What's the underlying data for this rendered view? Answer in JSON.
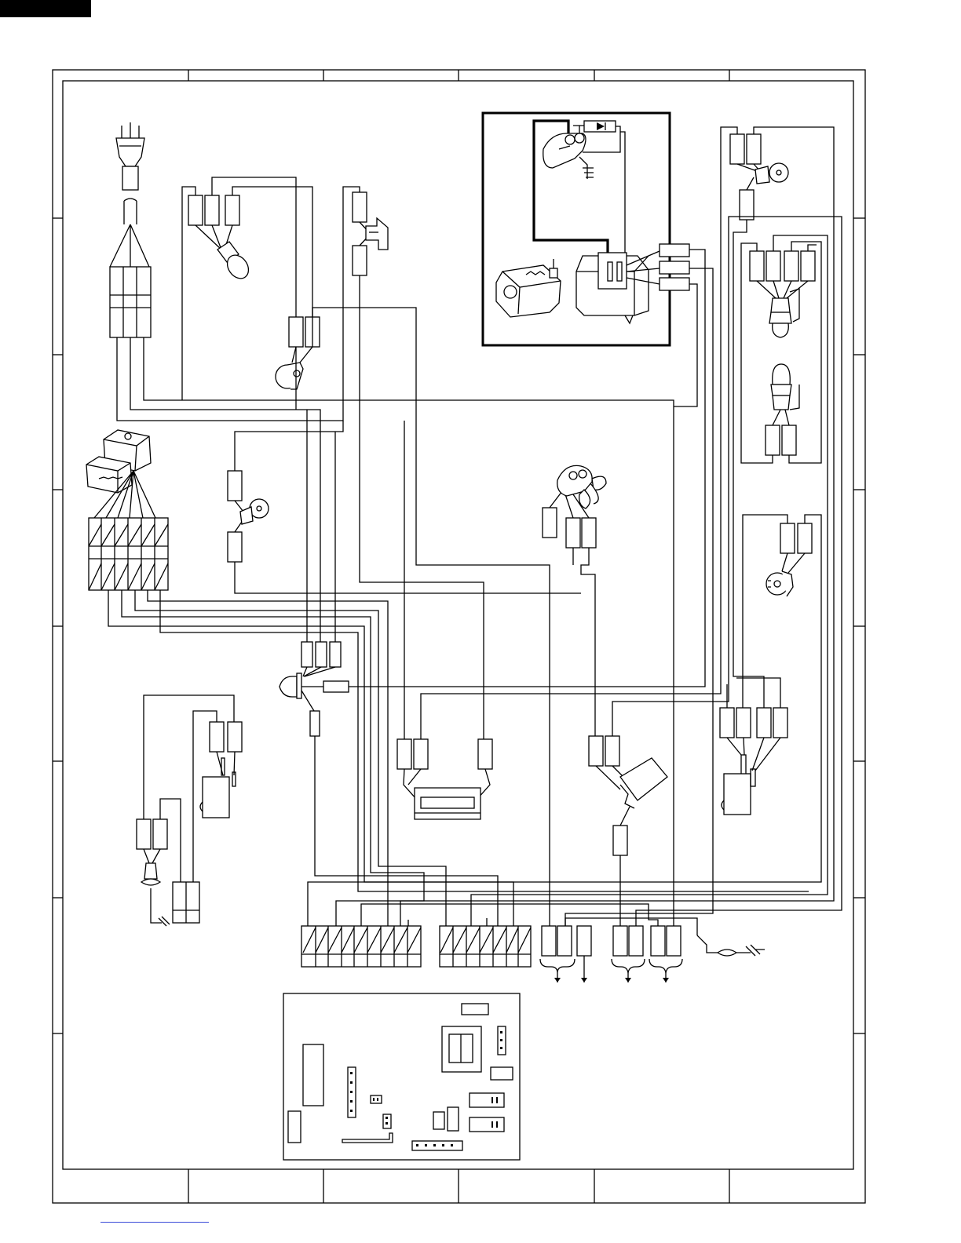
{
  "page": {
    "background": "#ffffff",
    "ink": "#000000",
    "footer_rule_color": "#3a4bd8"
  },
  "diagram": {
    "kind": "wiring-diagram",
    "text_labels": []
  },
  "components": [
    {
      "id": "power-plug",
      "icon": "plug-icon"
    },
    {
      "id": "noise-filter",
      "icon": "connector-block-icon"
    },
    {
      "id": "oven-lamp-upper",
      "icon": "lamp-icon"
    },
    {
      "id": "door-switch-top",
      "icon": "switch-icon"
    },
    {
      "id": "thermal-cutout",
      "icon": "thermostat-icon"
    },
    {
      "id": "magnetron-hv-compartment",
      "icon": "magnetron-icon"
    },
    {
      "id": "hv-transformer",
      "icon": "transformer-icon"
    },
    {
      "id": "hv-capacitor",
      "icon": "capacitor-icon"
    },
    {
      "id": "hv-diode",
      "icon": "diode-icon"
    },
    {
      "id": "relay-pair",
      "icon": "relay-icon"
    },
    {
      "id": "thermal-cutout-left",
      "icon": "thermostat-icon"
    },
    {
      "id": "fan-motor",
      "icon": "fan-motor-icon"
    },
    {
      "id": "turntable-motor",
      "icon": "motor-icon"
    },
    {
      "id": "oven-lamp-right-a",
      "icon": "lamp-icon"
    },
    {
      "id": "oven-lamp-right-b",
      "icon": "lamp-icon"
    },
    {
      "id": "thermal-cutout-right",
      "icon": "thermostat-icon"
    },
    {
      "id": "indicator-lamp",
      "icon": "lamp-icon"
    },
    {
      "id": "heater",
      "icon": "heater-icon"
    },
    {
      "id": "monitor-switch",
      "icon": "switch-icon"
    },
    {
      "id": "door-switch-right",
      "icon": "switch-icon"
    },
    {
      "id": "door-switch-left",
      "icon": "switch-icon"
    },
    {
      "id": "ground-lead-left",
      "icon": "ground-icon"
    },
    {
      "id": "ground-lead-right",
      "icon": "ground-icon"
    },
    {
      "id": "control-board",
      "icon": "circuit-board-icon"
    }
  ]
}
